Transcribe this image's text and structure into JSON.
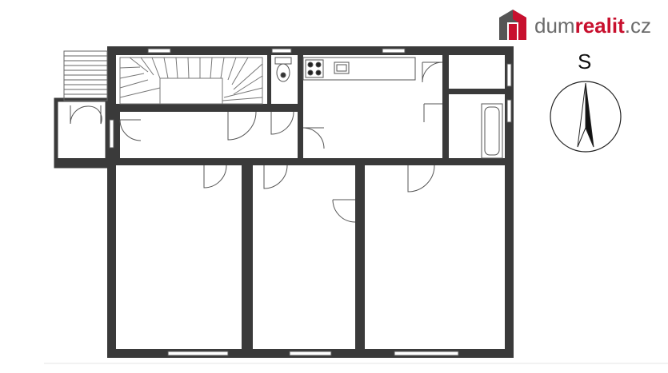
{
  "brand": {
    "name_prefix": "dum",
    "name_highlight": "realit",
    "name_suffix": ".cz",
    "icon": "house-logo-icon",
    "colors": {
      "accent": "#c8102e",
      "gray": "#6b6b6b",
      "dark": "#555555"
    }
  },
  "compass": {
    "label": "S",
    "icon": "compass-arrow-icon"
  },
  "plan": {
    "wall_color": "#3a3a3a",
    "rooms": [
      "staircase",
      "wc",
      "kitchen",
      "storage",
      "bathroom",
      "hallway",
      "balcony",
      "room-left",
      "room-middle",
      "room-right"
    ]
  }
}
